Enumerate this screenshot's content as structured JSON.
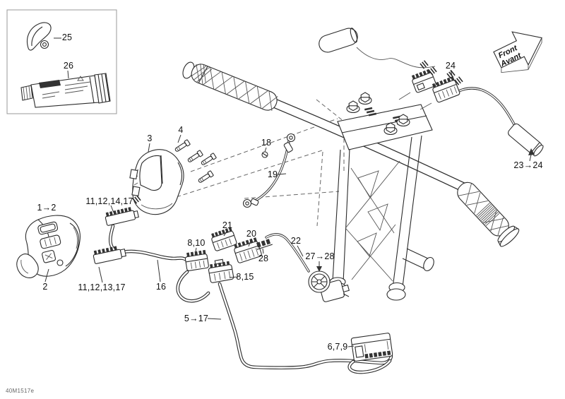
{
  "page": {
    "code": "40M1517e"
  },
  "front_arrow": {
    "line1": "Front",
    "line2": "Avant"
  },
  "callouts": [
    {
      "name": "cap-25",
      "label": "25"
    },
    {
      "name": "sealant-tube-26",
      "label": "26"
    },
    {
      "name": "switch-assembly-1-2",
      "label": "1→2"
    },
    {
      "name": "switch-housing-2",
      "label": "2"
    },
    {
      "name": "connector-11-12-14-17",
      "label": "11,12,14,17"
    },
    {
      "name": "connector-11-12-13-17",
      "label": "11,12,13,17"
    },
    {
      "name": "harness-16",
      "label": "16"
    },
    {
      "name": "connector-8-10",
      "label": "8,10"
    },
    {
      "name": "connector-8-15",
      "label": "8,15"
    },
    {
      "name": "housing-3",
      "label": "3"
    },
    {
      "name": "screws-4",
      "label": "4"
    },
    {
      "name": "screw-18",
      "label": "18"
    },
    {
      "name": "ground-cable-19",
      "label": "19"
    },
    {
      "name": "connector-21",
      "label": "21"
    },
    {
      "name": "connector-20",
      "label": "20"
    },
    {
      "name": "terminal-28",
      "label": "28"
    },
    {
      "name": "wire-22",
      "label": "22"
    },
    {
      "name": "switch-27-28",
      "label": "27→28"
    },
    {
      "name": "main-harness-5-17",
      "label": "5→17"
    },
    {
      "name": "connector-6-7-9",
      "label": "6,7,9"
    },
    {
      "name": "connector-24",
      "label": "24"
    },
    {
      "name": "grip-sleeve-23-24",
      "label": "23→24"
    }
  ]
}
